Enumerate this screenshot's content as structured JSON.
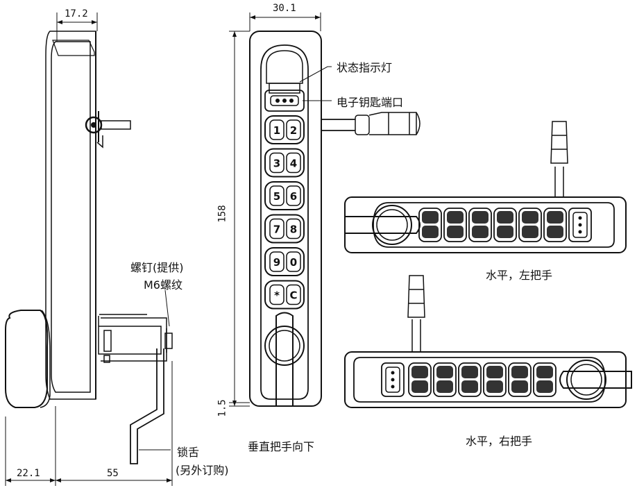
{
  "dimensions": {
    "side_width": "17.2",
    "front_width": "30.1",
    "height": "158",
    "gap": "1.5",
    "base_left": "22.1",
    "base_right": "55"
  },
  "callouts": {
    "status_light": "状态指示灯",
    "ekey_port": "电子钥匙端口",
    "screw_line1": "螺钉(提供)",
    "screw_line2": "M6螺纹",
    "lock_tongue": "锁舌",
    "lock_tongue_note": "(另外订购)"
  },
  "captions": {
    "vertical": "垂直把手向下",
    "horizontal_left": "水平，左把手",
    "horizontal_right": "水平，右把手"
  },
  "keypad": {
    "vertical_keys": [
      [
        "1",
        "2"
      ],
      [
        "3",
        "4"
      ],
      [
        "5",
        "6"
      ],
      [
        "7",
        "8"
      ],
      [
        "9",
        "0"
      ],
      [
        "*",
        "C"
      ]
    ]
  }
}
